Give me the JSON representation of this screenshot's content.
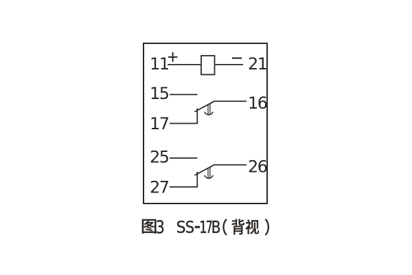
{
  "page": {
    "background": "#ffffff",
    "ink_color": "#2b2724"
  },
  "diagram": {
    "coil": {
      "left_terminal": "11",
      "left_polarity": "+",
      "right_polarity": "−",
      "right_terminal": "21"
    },
    "contact_group_1": {
      "upper_terminal": "15",
      "common_terminal": "16",
      "lower_terminal": "17"
    },
    "contact_group_2": {
      "upper_terminal": "25",
      "common_terminal": "26",
      "lower_terminal": "27"
    }
  },
  "caption": {
    "full": "图3　SS-17B（背视）",
    "figure_no": "图3",
    "model": "SS-17B",
    "view_note": "（背视）"
  }
}
